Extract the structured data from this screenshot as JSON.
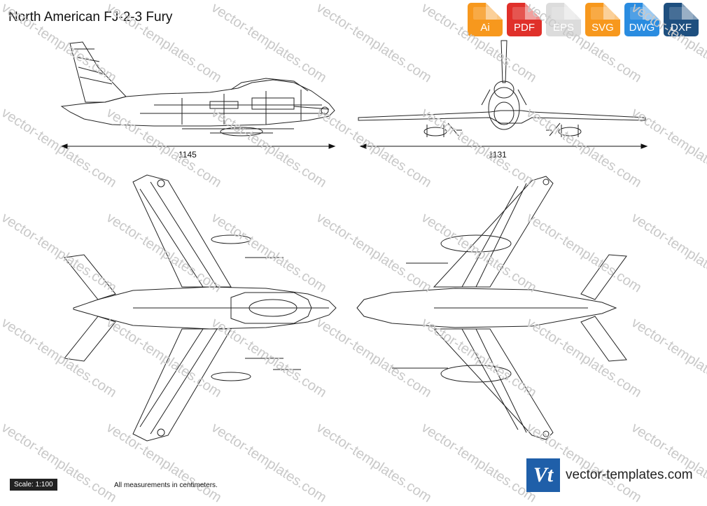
{
  "title": "North American FJ-2-3 Fury",
  "formats": [
    {
      "label": "Ai",
      "color": "#f7981d"
    },
    {
      "label": "PDF",
      "color": "#e0302a"
    },
    {
      "label": "EPS",
      "color": "#e5e5e5"
    },
    {
      "label": "SVG",
      "color": "#f7981d"
    },
    {
      "label": "DWG",
      "color": "#2a8ce0"
    },
    {
      "label": "DXF",
      "color": "#1e4f7f"
    }
  ],
  "dimensions": {
    "side_length": "1145",
    "front_span": "1131"
  },
  "scale": "Scale: 1:100",
  "note": "All measurements in centimeters.",
  "brand": {
    "logo": "Vt",
    "name": "vector-templates.com"
  },
  "watermark": "vector-templates.com"
}
